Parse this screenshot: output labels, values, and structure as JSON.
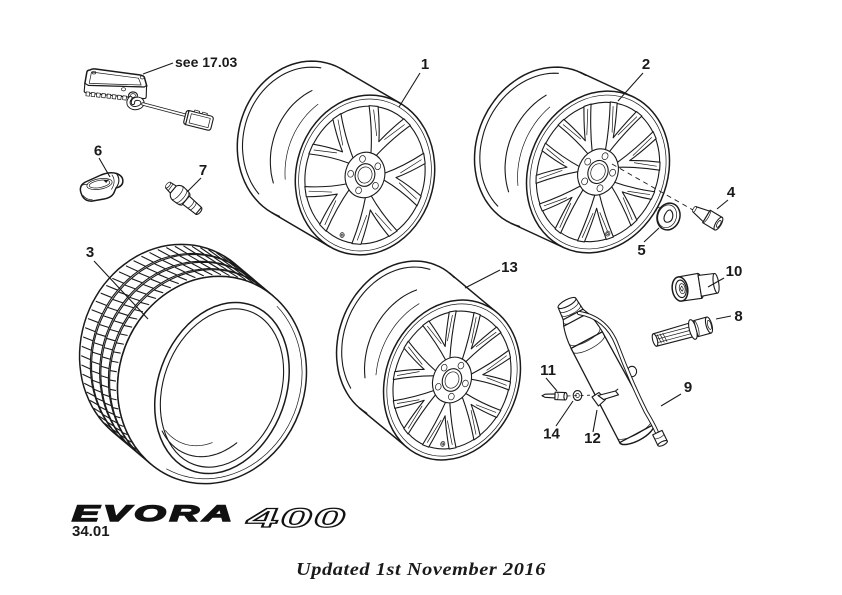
{
  "document": {
    "background": "#ffffff",
    "line_color": "#1a1a1a",
    "reference_note": "see 17.03",
    "page_number": "34.01",
    "footer_note": "Updated 1st November 2016",
    "logo": {
      "model": "EVORA",
      "variant": "400"
    },
    "callouts": [
      {
        "id": "1"
      },
      {
        "id": "2"
      },
      {
        "id": "3"
      },
      {
        "id": "4"
      },
      {
        "id": "5"
      },
      {
        "id": "6"
      },
      {
        "id": "7"
      },
      {
        "id": "8"
      },
      {
        "id": "9"
      },
      {
        "id": "10"
      },
      {
        "id": "11"
      },
      {
        "id": "12"
      },
      {
        "id": "13"
      },
      {
        "id": "14"
      }
    ]
  }
}
